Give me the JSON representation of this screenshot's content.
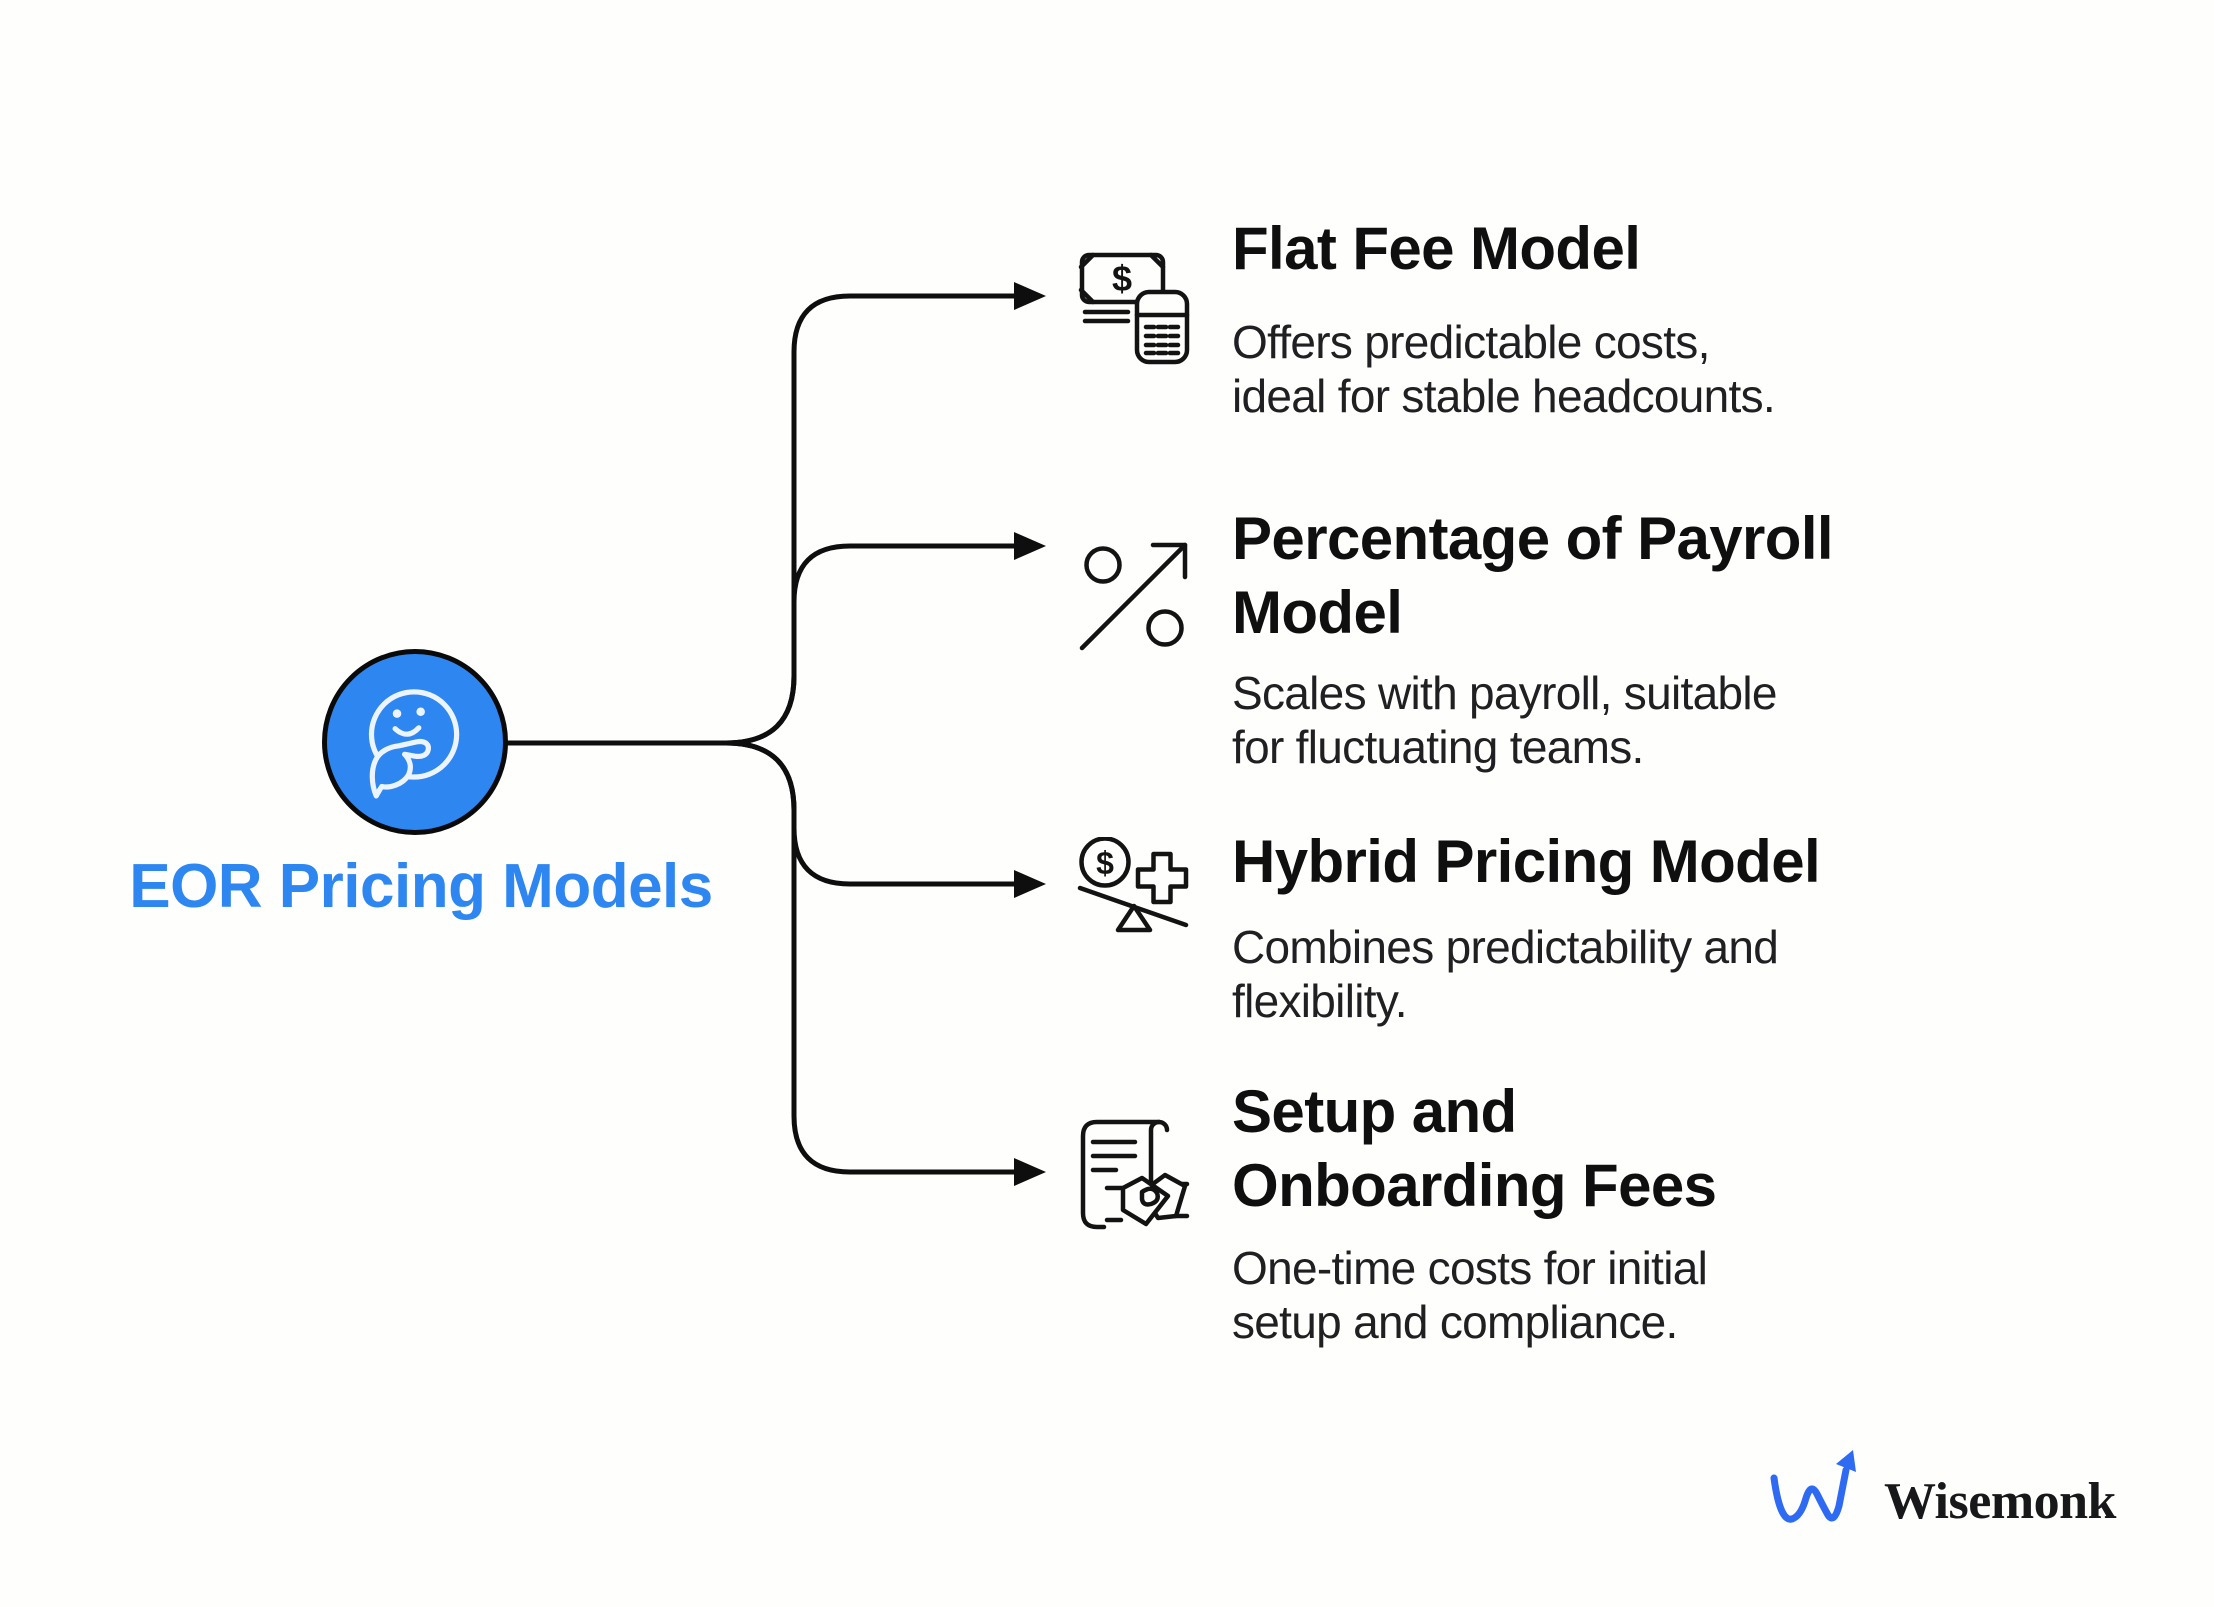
{
  "canvas": {
    "background": "#fefefc",
    "line_color": "#0e0e0e"
  },
  "center": {
    "label": "EOR Pricing Models",
    "accent_color": "#2e86f1",
    "icon": "thinking-face-icon"
  },
  "branches": [
    {
      "title": "Flat Fee Model",
      "description": "Offers predictable costs,\nideal for stable headcounts.",
      "icon": "banknote-calculator-icon"
    },
    {
      "title": "Percentage of Payroll\nModel",
      "description": "Scales with payroll, suitable\nfor fluctuating teams.",
      "icon": "percentage-growth-arrow-icon"
    },
    {
      "title": "Hybrid Pricing Model",
      "description": "Combines predictability and\nflexibility.",
      "icon": "balance-dollar-plus-icon"
    },
    {
      "title": "Setup and\nOnboarding Fees",
      "description": "One-time costs for initial\nsetup and compliance.",
      "icon": "contract-handshake-icon"
    }
  ],
  "logo": {
    "name": "Wisemonk",
    "mark": "wave-arrow-icon",
    "mark_color": "#2f6bf2",
    "text_color": "#17181a"
  }
}
